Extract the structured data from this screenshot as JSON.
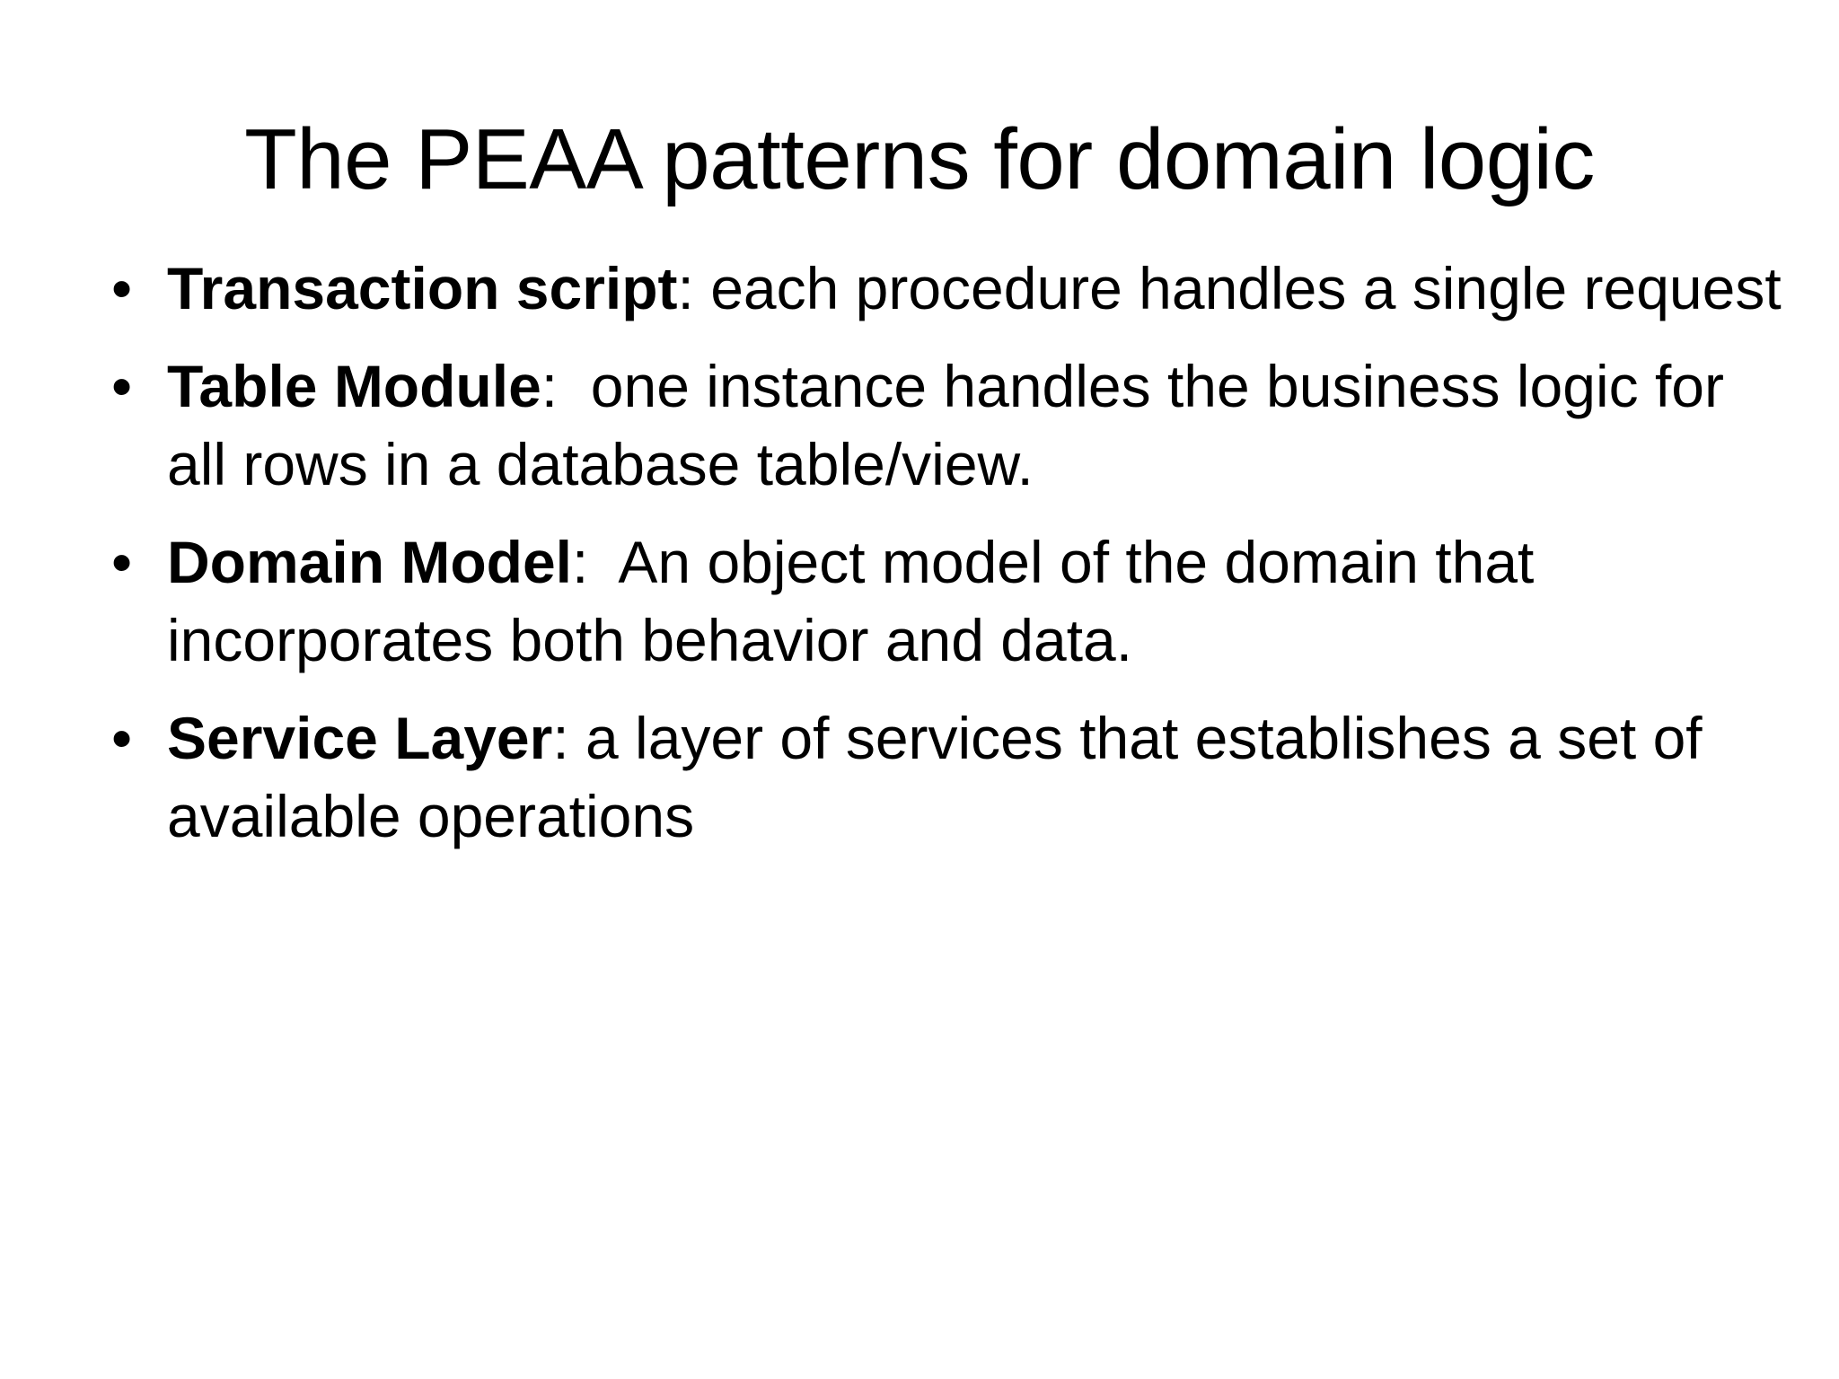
{
  "slide": {
    "title": "The PEAA patterns for domain logic",
    "background_color": "#ffffff",
    "text_color": "#000000",
    "bullet_marker": "•",
    "bullets": [
      {
        "term": "Transaction script",
        "rest": ": each procedure handles a single request"
      },
      {
        "term": "Table Module",
        "rest": ":  one instance handles the business logic for all rows in a database table/view."
      },
      {
        "term": "Domain Model",
        "rest": ":  An object model of the domain that incorporates both behavior and data."
      },
      {
        "term": "Service Layer",
        "rest": ": a layer of services that establishes a set of available operations"
      }
    ]
  }
}
